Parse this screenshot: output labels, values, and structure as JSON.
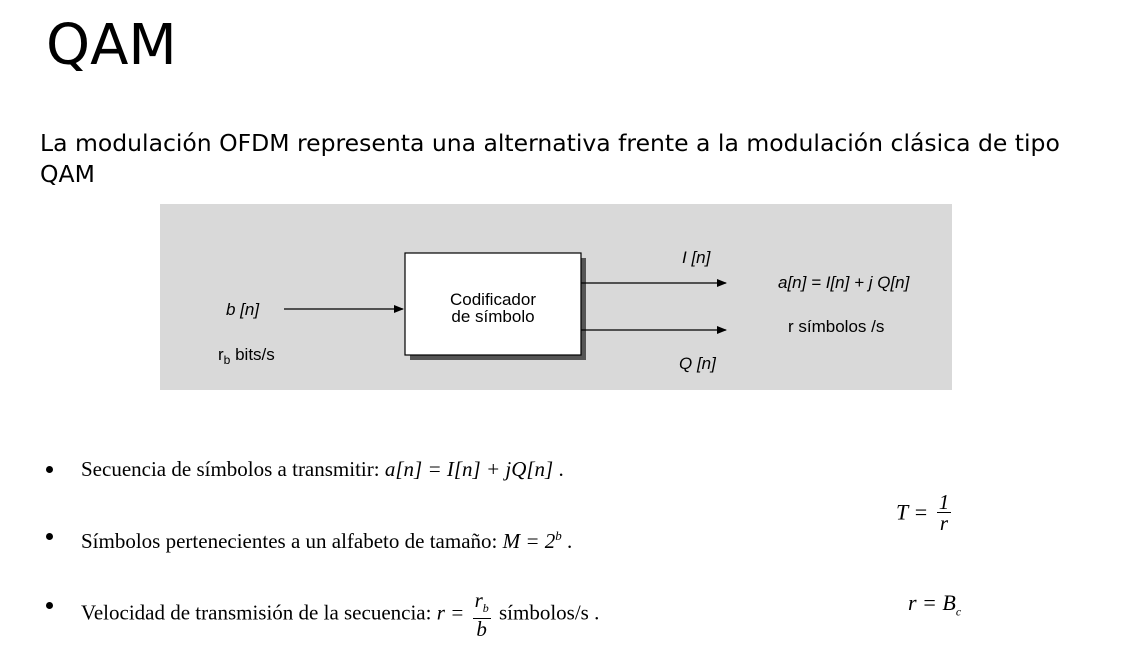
{
  "slide": {
    "title": "QAM",
    "intro": "La modulación OFDM representa una alternativa frente a la modulación clásica de tipo QAM"
  },
  "diagram": {
    "block_line1": "Codificador",
    "block_line2": "de símbolo",
    "input_label": "b [n]",
    "rate_symbol": "r",
    "rate_sub": "b",
    "rate_unit": " bits/s",
    "output_i": "I [n]",
    "output_q": "Q [n]",
    "eq_right": "a[n] = I[n] + j Q[n]",
    "sym_rate": "r  símbolos /s"
  },
  "bullets": {
    "b1_text": "Secuencia de símbolos a transmitir: ",
    "b1_math": "a[n] = I[n] + jQ[n]",
    "b1_end": " .",
    "b2_text": "Símbolos pertenecientes a un alfabeto de tamaño: ",
    "b2_math": "M = 2",
    "b2_exp": "b",
    "b2_end": " .",
    "b3_text": "Velocidad de transmisión de la secuencia: ",
    "b3_lhs": "r = ",
    "b3_num": "r",
    "b3_num_sub": "b",
    "b3_den": "b",
    "b3_unit": " símbolos/s",
    "b3_end": " ."
  },
  "side_formulas": {
    "t_lhs": "T = ",
    "t_num": "1",
    "t_den": "r",
    "rb_lhs": "r = B",
    "rb_sub": "c"
  }
}
